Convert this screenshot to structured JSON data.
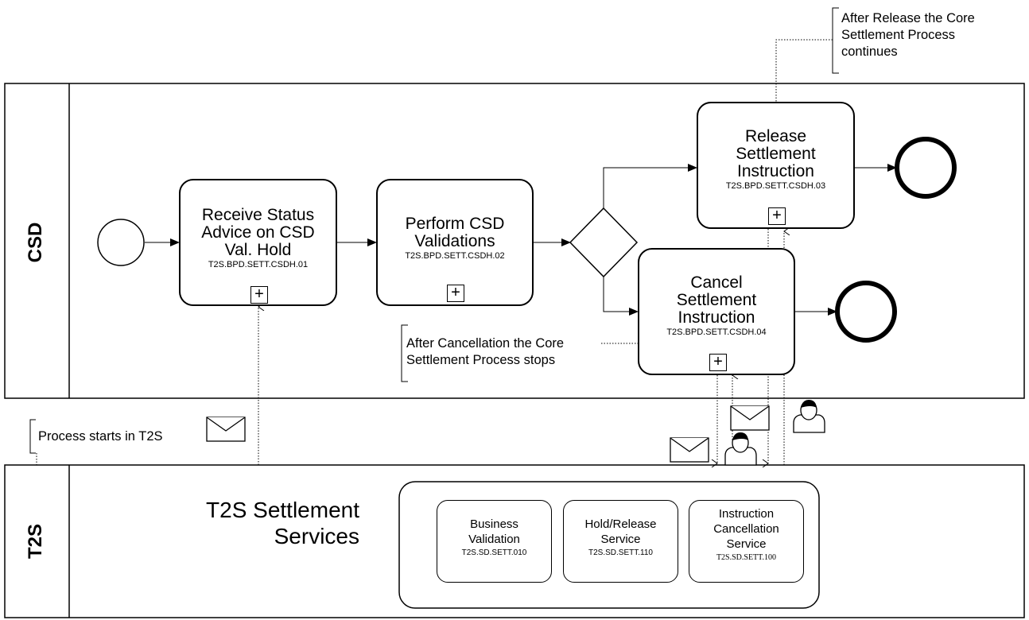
{
  "lanes": {
    "csd": "CSD",
    "t2s": "T2S"
  },
  "tasks": {
    "receive": {
      "name": "Receive Status\nAdvice on CSD\nVal. Hold",
      "id": "T2S.BPD.SETT.CSDH.01"
    },
    "perform": {
      "name": "Perform CSD\nValidations",
      "id": "T2S.BPD.SETT.CSDH.02"
    },
    "release": {
      "name": "Release\nSettlement\nInstruction",
      "id": "T2S.BPD.SETT.CSDH.03"
    },
    "cancel": {
      "name": "Cancel\nSettlement\nInstruction",
      "id": "T2S.BPD.SETT.CSDH.04"
    }
  },
  "plus_symbol": "+",
  "annotations": {
    "release_note": "After Release the Core\nSettlement Process\ncontinues",
    "cancel_note": "After Cancellation the Core\nSettlement Process stops",
    "start_note": "Process starts in T2S"
  },
  "t2s_services": {
    "title": "T2S Settlement\nServices",
    "items": [
      {
        "name": "Business\nValidation",
        "id": "T2S.SD.SETT.010"
      },
      {
        "name": "Hold/Release\nService",
        "id": "T2S.SD.SETT.110"
      },
      {
        "name": "Instruction\nCancellation\nService",
        "id": "T2S.SD.SETT.100"
      }
    ]
  },
  "icons": [
    "envelope-icon",
    "user-icon",
    "start-event-icon",
    "end-event-icon",
    "gateway-icon"
  ]
}
